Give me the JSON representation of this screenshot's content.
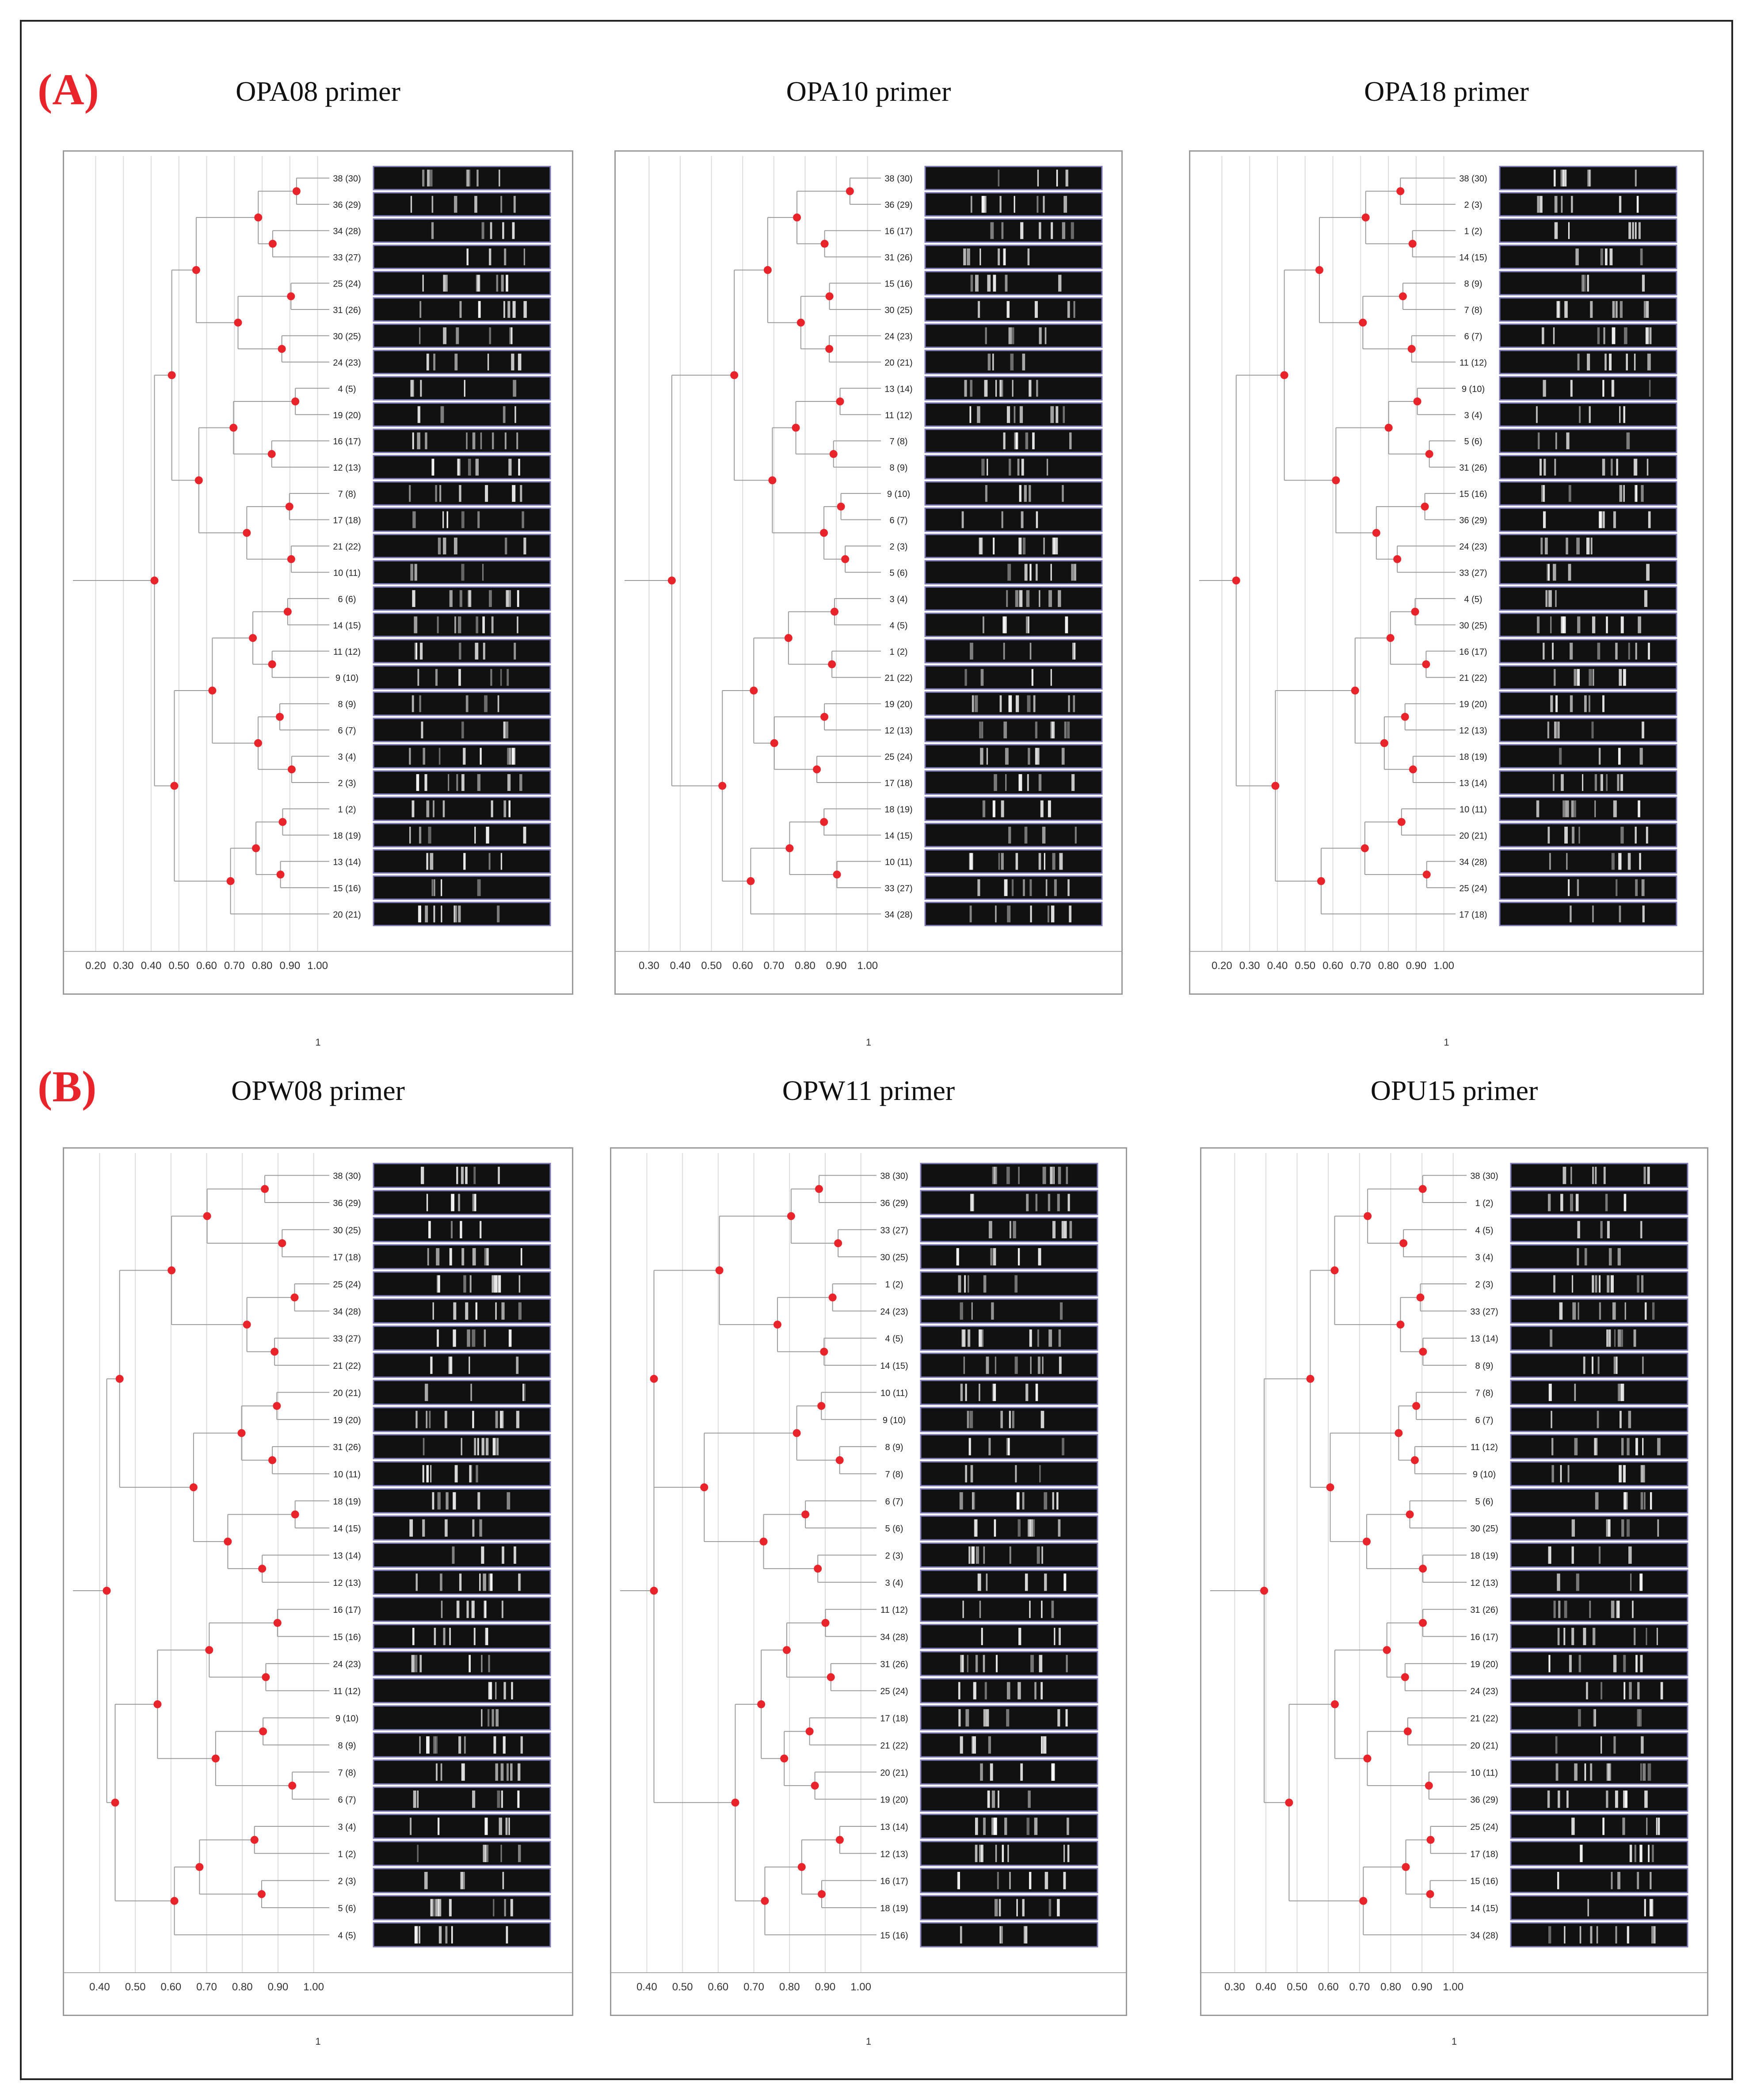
{
  "sections": [
    {
      "label": "(A)"
    },
    {
      "label": "(B)"
    }
  ],
  "panels": [
    {
      "title": "OPA08 primer",
      "axis_ticks": [
        "0.20",
        "0.30",
        "0.40",
        "0.50",
        "0.60",
        "0.70",
        "0.80",
        "0.90",
        "1.00"
      ],
      "footer": "1",
      "leaves": [
        "38 (30)",
        "36 (29)",
        "34 (28)",
        "33 (27)",
        "25 (24)",
        "31 (26)",
        "30 (25)",
        "24 (23)",
        "4 (5)",
        "19 (20)",
        "16 (17)",
        "12 (13)",
        "7 (8)",
        "17 (18)",
        "21 (22)",
        "10 (11)",
        "6 (6)",
        "14 (15)",
        "11 (12)",
        "9 (10)",
        "8 (9)",
        "6 (7)",
        "3 (4)",
        "2 (3)",
        "1 (2)",
        "18 (19)",
        "13 (14)",
        "15 (16)",
        "20 (21)"
      ]
    },
    {
      "title": "OPA10 primer",
      "axis_ticks": [
        "0.30",
        "0.40",
        "0.50",
        "0.60",
        "0.70",
        "0.80",
        "0.90",
        "1.00"
      ],
      "footer": "1",
      "leaves": [
        "38 (30)",
        "36 (29)",
        "16 (17)",
        "31 (26)",
        "15 (16)",
        "30 (25)",
        "24 (23)",
        "20 (21)",
        "13 (14)",
        "11 (12)",
        "7 (8)",
        "8 (9)",
        "9 (10)",
        "6 (7)",
        "2 (3)",
        "5 (6)",
        "3 (4)",
        "4 (5)",
        "1 (2)",
        "21 (22)",
        "19 (20)",
        "12 (13)",
        "25 (24)",
        "17 (18)",
        "18 (19)",
        "14 (15)",
        "10 (11)",
        "33 (27)",
        "34 (28)"
      ]
    },
    {
      "title": "OPA18 primer",
      "axis_ticks": [
        "0.20",
        "0.30",
        "0.40",
        "0.50",
        "0.60",
        "0.70",
        "0.80",
        "0.90",
        "1.00"
      ],
      "footer": "1",
      "leaves": [
        "38 (30)",
        "2 (3)",
        "1 (2)",
        "14 (15)",
        "8 (9)",
        "7 (8)",
        "6 (7)",
        "11 (12)",
        "9 (10)",
        "3 (4)",
        "5 (6)",
        "31 (26)",
        "15 (16)",
        "36 (29)",
        "24 (23)",
        "33 (27)",
        "4 (5)",
        "30 (25)",
        "16 (17)",
        "21 (22)",
        "19 (20)",
        "12 (13)",
        "18 (19)",
        "13 (14)",
        "10 (11)",
        "20 (21)",
        "34 (28)",
        "25 (24)",
        "17 (18)"
      ]
    },
    {
      "title": "OPW08 primer",
      "axis_ticks": [
        "0.40",
        "0.50",
        "0.60",
        "0.70",
        "0.80",
        "0.90",
        "1.00"
      ],
      "footer": "1",
      "leaves": [
        "38 (30)",
        "36 (29)",
        "30 (25)",
        "17 (18)",
        "25 (24)",
        "34 (28)",
        "33 (27)",
        "21 (22)",
        "20 (21)",
        "19 (20)",
        "31 (26)",
        "10 (11)",
        "18 (19)",
        "14 (15)",
        "13 (14)",
        "12 (13)",
        "16 (17)",
        "15 (16)",
        "24 (23)",
        "11 (12)",
        "9 (10)",
        "8 (9)",
        "7 (8)",
        "6 (7)",
        "3 (4)",
        "1 (2)",
        "2 (3)",
        "5 (6)",
        "4 (5)"
      ]
    },
    {
      "title": "OPW11 primer",
      "axis_ticks": [
        "0.40",
        "0.50",
        "0.60",
        "0.70",
        "0.80",
        "0.90",
        "1.00"
      ],
      "footer": "1",
      "leaves": [
        "38 (30)",
        "36 (29)",
        "33 (27)",
        "30 (25)",
        "1 (2)",
        "24 (23)",
        "4 (5)",
        "14 (15)",
        "10 (11)",
        "9 (10)",
        "8 (9)",
        "7 (8)",
        "6 (7)",
        "5 (6)",
        "2 (3)",
        "3 (4)",
        "11 (12)",
        "34 (28)",
        "31 (26)",
        "25 (24)",
        "17 (18)",
        "21 (22)",
        "20 (21)",
        "19 (20)",
        "13 (14)",
        "12 (13)",
        "16 (17)",
        "18 (19)",
        "15 (16)"
      ]
    },
    {
      "title": "OPU15 primer",
      "axis_ticks": [
        "0.30",
        "0.40",
        "0.50",
        "0.60",
        "0.70",
        "0.80",
        "0.90",
        "1.00"
      ],
      "footer": "1",
      "leaves": [
        "38 (30)",
        "1 (2)",
        "4 (5)",
        "3 (4)",
        "2 (3)",
        "33 (27)",
        "13 (14)",
        "8 (9)",
        "7 (8)",
        "6 (7)",
        "11 (12)",
        "9 (10)",
        "5 (6)",
        "30 (25)",
        "18 (19)",
        "12 (13)",
        "31 (26)",
        "16 (17)",
        "19 (20)",
        "24 (23)",
        "21 (22)",
        "20 (21)",
        "10 (11)",
        "36 (29)",
        "25 (24)",
        "17 (18)",
        "15 (16)",
        "14 (15)",
        "34 (28)"
      ]
    }
  ],
  "colors": {
    "node": "#e8242a",
    "tree_line": "#9a9a9a",
    "grid": "#dcdcdc",
    "gel_bg": "#111111",
    "gel_border": "#7d7ab8",
    "section_label": "#e8242a"
  }
}
